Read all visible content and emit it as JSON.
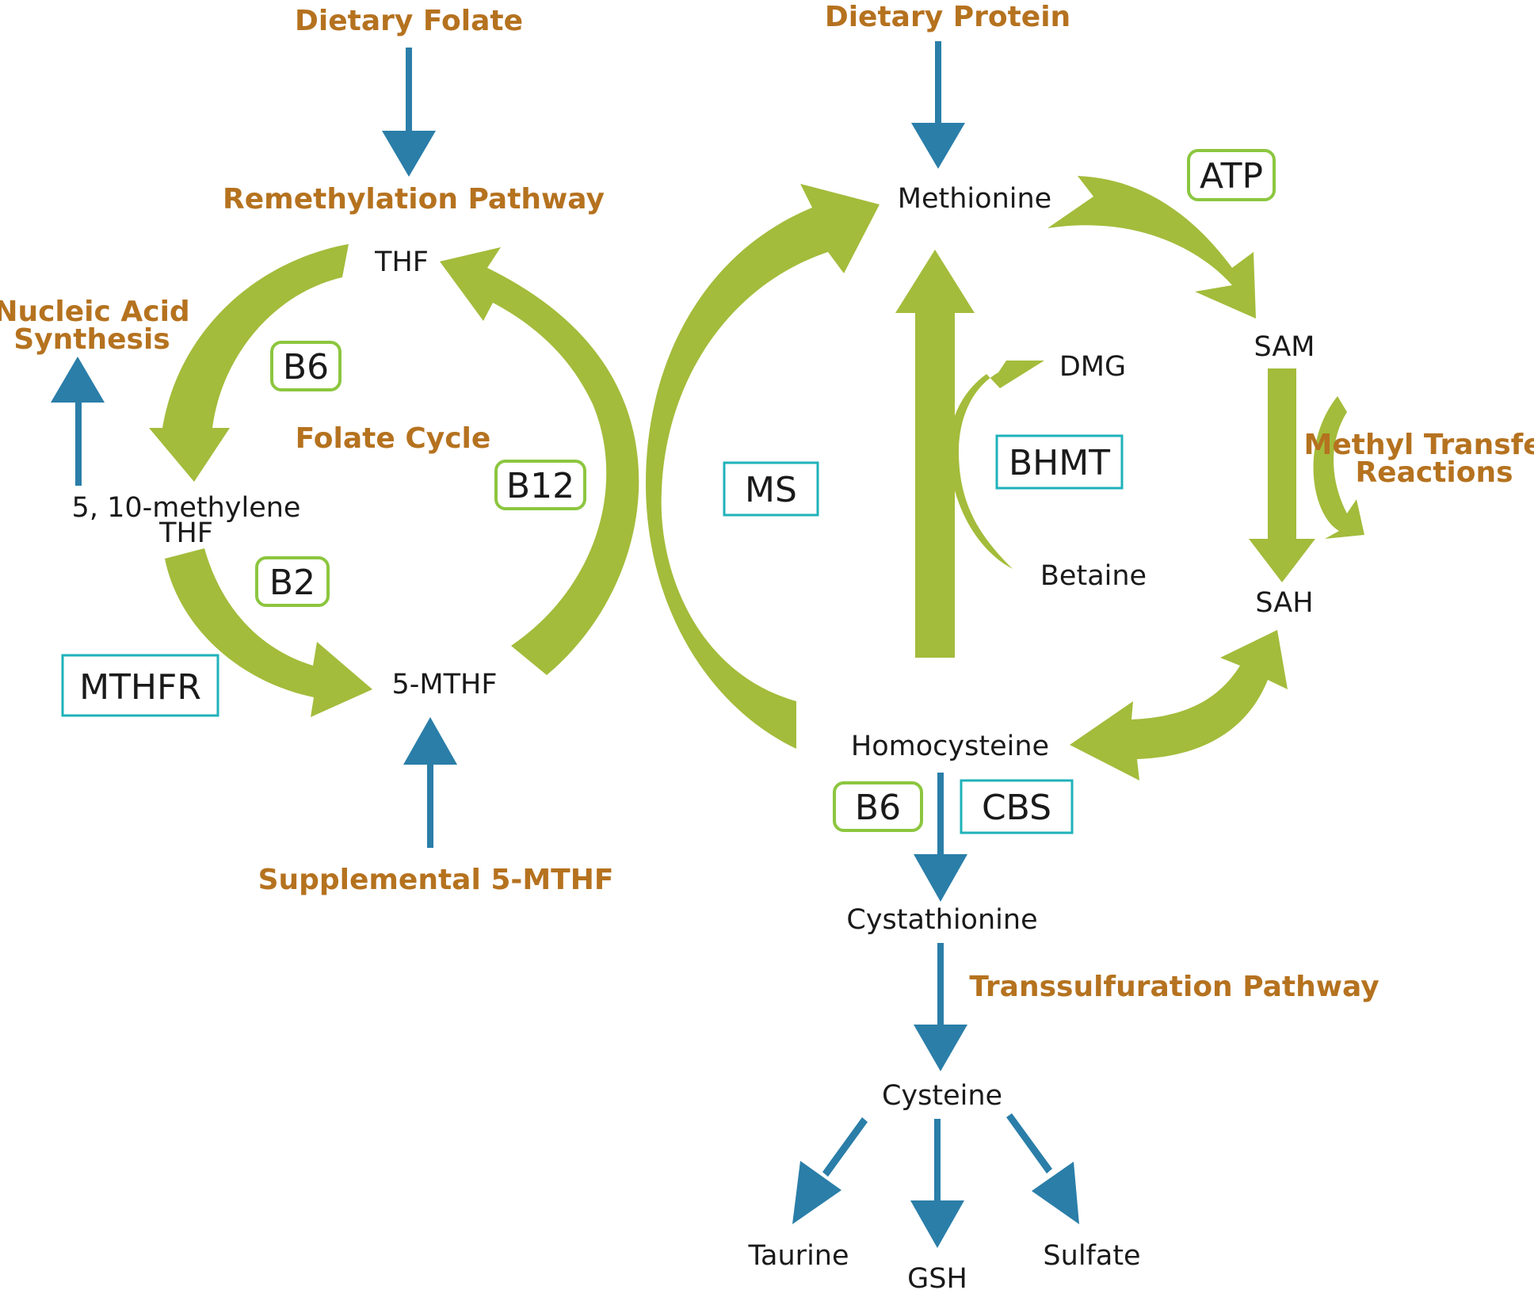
{
  "colors": {
    "green": "#a3bc3b",
    "blue": "#2a7ea8",
    "orange": "#b5721f",
    "cofactor_border": "#8cc63f",
    "enzyme_border": "#1fb2ba",
    "text": "#1a1a1a"
  },
  "sources": {
    "dietary_folate": "Dietary Folate",
    "dietary_protein": "Dietary Protein",
    "supplemental_mthf": "Supplemental 5-MTHF"
  },
  "pathways": {
    "remethylation": "Remethylation Pathway",
    "folate_cycle": "Folate Cycle",
    "nucleic_acid_line1": "Nucleic Acid",
    "nucleic_acid_line2": "Synthesis",
    "methyl_transfer_line1": "Methyl Transfer",
    "methyl_transfer_line2": "Reactions",
    "transsulfuration": "Transsulfuration Pathway"
  },
  "molecules": {
    "thf": "THF",
    "methylene_thf_line1": "5, 10-methylene",
    "methylene_thf_line2": "THF",
    "mthf": "5-MTHF",
    "methionine": "Methionine",
    "sam": "SAM",
    "sah": "SAH",
    "dmg": "DMG",
    "betaine": "Betaine",
    "homocysteine": "Homocysteine",
    "cystathionine": "Cystathionine",
    "cysteine": "Cysteine",
    "taurine": "Taurine",
    "gsh": "GSH",
    "sulfate": "Sulfate"
  },
  "cofactors": {
    "b6_folate": "B6",
    "b12": "B12",
    "b2": "B2",
    "atp": "ATP",
    "b6_cbs": "B6"
  },
  "enzymes": {
    "mthfr": "MTHFR",
    "ms": "MS",
    "bhmt": "BHMT",
    "cbs": "CBS"
  }
}
